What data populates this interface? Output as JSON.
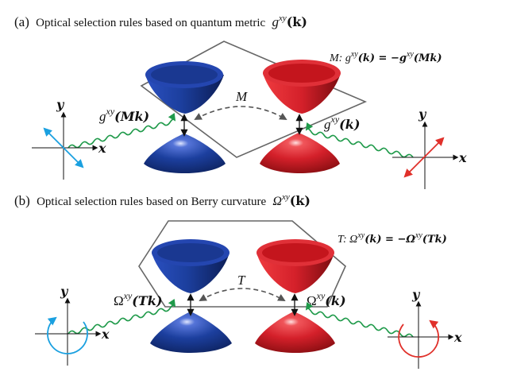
{
  "panel_a": {
    "label": "(a)",
    "title": "Optical selection rules based on quantum metric",
    "title_sym": "g",
    "title_sup": "xy",
    "k": "(k)",
    "rule_lhs": "M: g",
    "rule_sup": "xy",
    "rule_k": "(k) = −g",
    "rule_sup2": "xy",
    "rule_end": "(Mk)",
    "op": "M",
    "left_sym": "g",
    "left_sup": "xy",
    "left_arg": "(Mk)",
    "right_sym": "g",
    "right_sup": "xy",
    "right_arg": "(k)"
  },
  "panel_b": {
    "label": "(b)",
    "title": "Optical selection rules based on Berry curvature",
    "title_sym": "Ω",
    "title_sup": "xy",
    "k": "(k)",
    "rule_lhs": "T: Ω",
    "rule_sup": "xy",
    "rule_k": "(k) = −Ω",
    "rule_sup2": "xy",
    "rule_end": "(Tk)",
    "op": "T",
    "left_sym": "Ω",
    "left_sup": "xy",
    "left_arg": "(Tk)",
    "right_sym": "Ω",
    "right_sup": "xy",
    "right_arg": "(k)"
  },
  "axes": {
    "x": "x",
    "y": "y"
  },
  "colors": {
    "blue": "#1c3f9e",
    "red": "#d4202a",
    "photon": "#1f9a4a",
    "pol_blue": "#1aa0e0",
    "pol_red": "#e0302a",
    "outline": "#666666"
  }
}
